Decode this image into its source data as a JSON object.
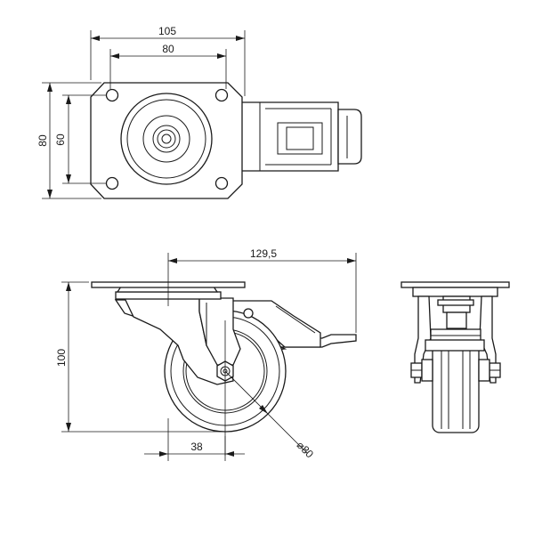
{
  "dimensions": {
    "top_width_overall": "105",
    "top_width_holes": "80",
    "top_height_overall": "80",
    "top_height_holes": "60",
    "side_length_overall": "129,5",
    "side_height": "100",
    "side_offset": "38",
    "wheel_diameter": "⌀80"
  },
  "colors": {
    "line": "#1a1a1a",
    "background": "#ffffff"
  }
}
